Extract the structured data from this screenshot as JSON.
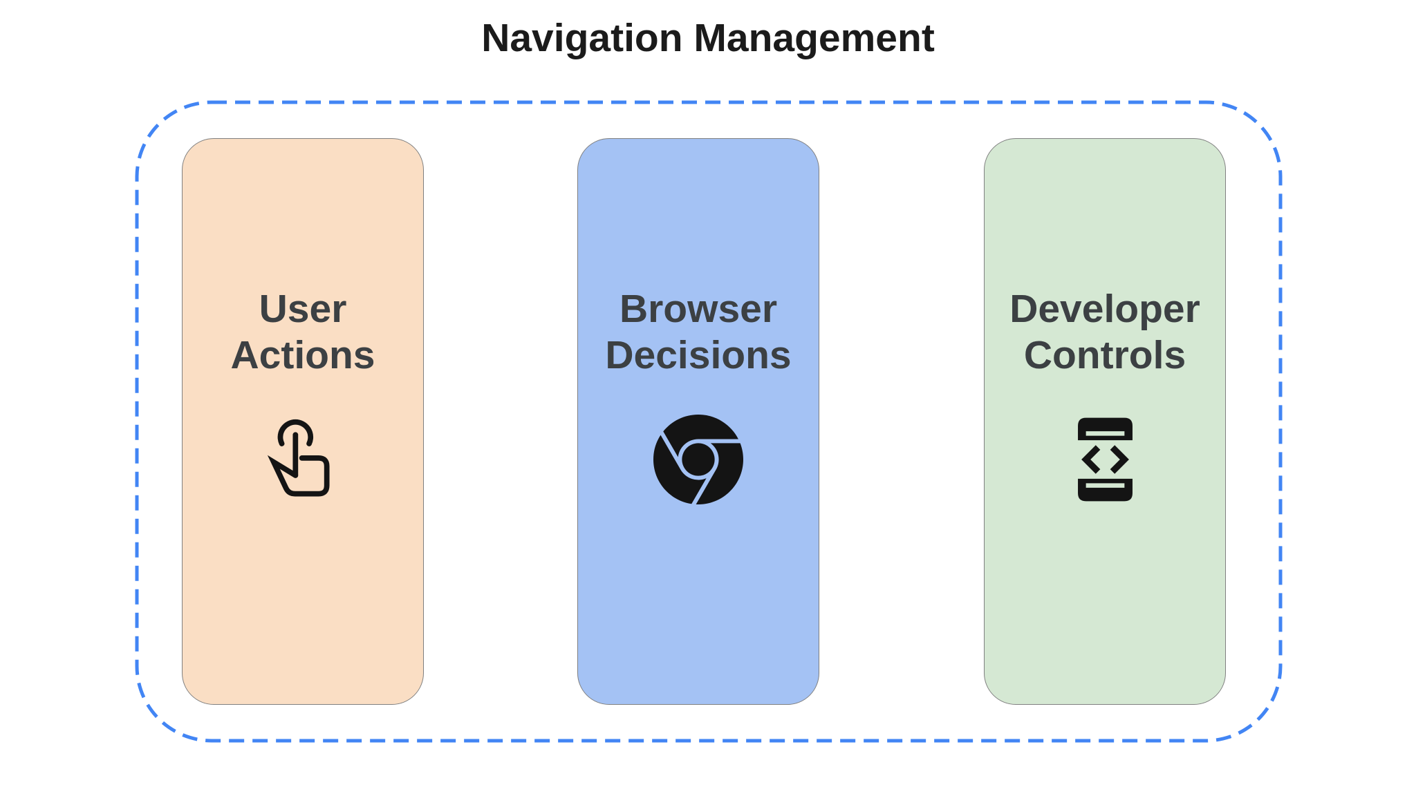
{
  "title": "Navigation Management",
  "frame": {
    "border_color": "#4285F4",
    "border_style": "dashed"
  },
  "cards": [
    {
      "id": "user-actions",
      "line1": "User",
      "line2": "Actions",
      "icon": "touch-gesture-icon",
      "bg": "#FADEC4"
    },
    {
      "id": "browser-decisions",
      "line1": "Browser",
      "line2": "Decisions",
      "icon": "chrome-logo-icon",
      "bg": "#A4C2F4"
    },
    {
      "id": "developer-controls",
      "line1": "Developer",
      "line2": "Controls",
      "icon": "developer-mode-icon",
      "bg": "#D5E8D3"
    }
  ],
  "colors": {
    "background": "#FFFFFF",
    "title_text": "#1B1B1B",
    "card_text": "#3C4043",
    "card_border": "#7F7F7F",
    "icon": "#141414",
    "frame_dash": "#4285F4"
  }
}
